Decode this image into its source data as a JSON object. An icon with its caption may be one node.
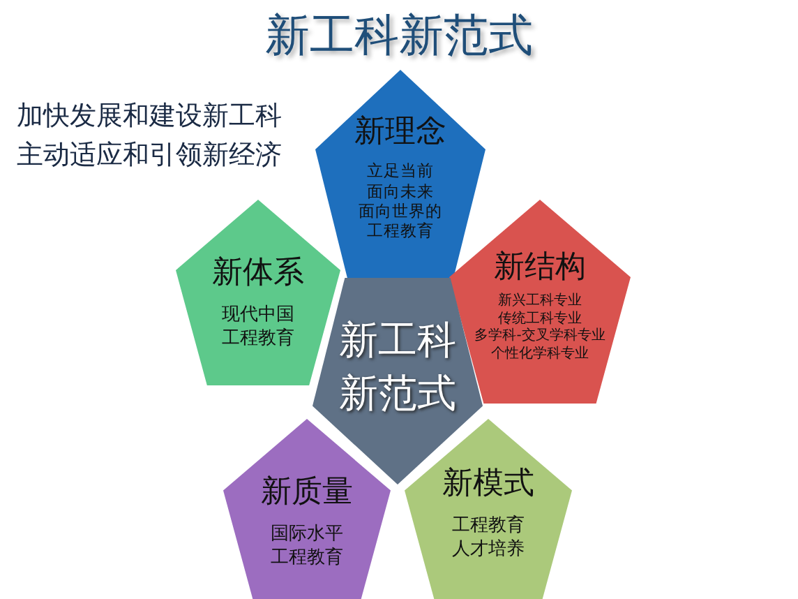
{
  "diagram": {
    "title": "新工科新范式",
    "nodes": [
      {
        "text": [
          "新理念",
          "立足当前",
          "面向未来",
          "面向世界的",
          "工程教育"
        ]
      },
      {
        "text": [
          "新体系",
          "现代中国",
          "工程教育"
        ]
      },
      {
        "text": [
          "新结构",
          "新兴工科专业",
          "传统工科专业",
          "多学科-交叉学科专业",
          "个性化学科专业"
        ]
      },
      {
        "text": [
          "新工科新范式"
        ]
      },
      {
        "text": [
          "新质量",
          "国际水平",
          "工程教育"
        ]
      },
      {
        "text": [
          "新模式",
          "工程教育",
          "人才培养"
        ]
      }
    ],
    "labels": [
      "加快发展和建设新工科",
      "主动适应和引领新经济"
    ]
  }
}
